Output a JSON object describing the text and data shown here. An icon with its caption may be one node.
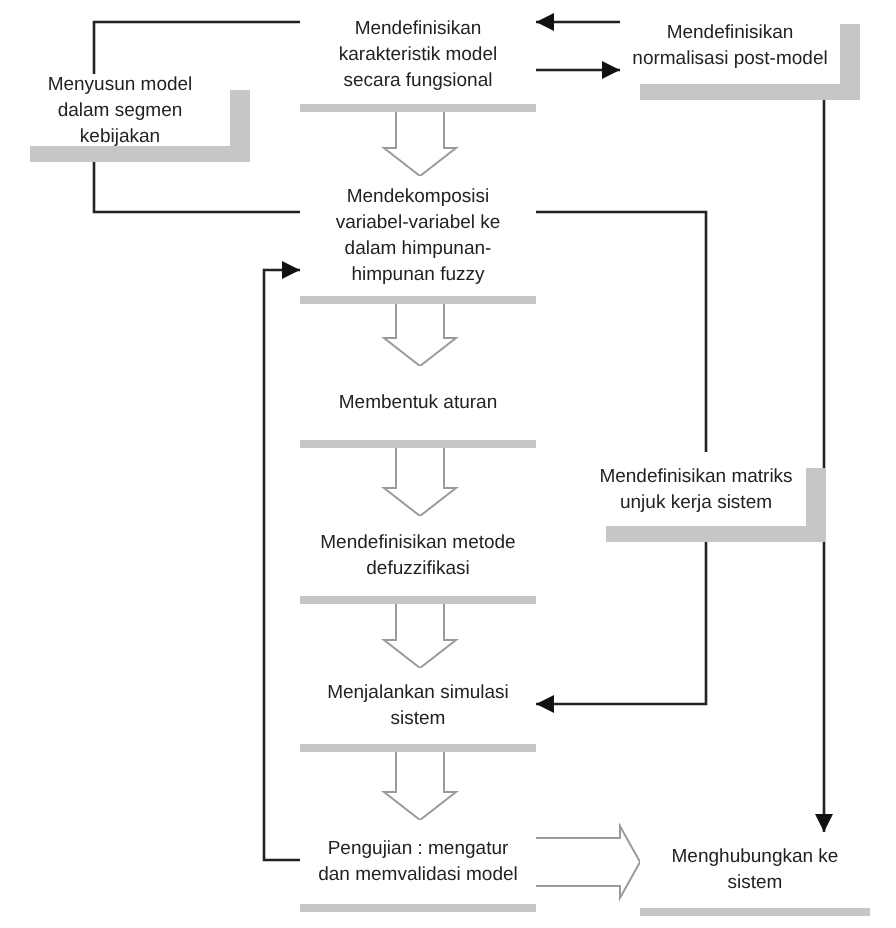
{
  "diagram": {
    "nodes": [
      {
        "text": [
          "Mendefinisikan karakteristik model secara fungsional"
        ]
      },
      {
        "text": [
          "Mendefinisikan normalisasi post-model"
        ]
      },
      {
        "text": [
          "Menyusun model dalam segmen kebijakan"
        ]
      },
      {
        "text": [
          "Mendekomposisi variabel-variabel ke dalam himpunan-himpunan fuzzy"
        ]
      },
      {
        "text": [
          "Membentuk aturan"
        ]
      },
      {
        "text": [
          "Mendefinisikan metode defuzzifikasi"
        ]
      },
      {
        "text": [
          "Mendefinisikan matriks unjuk kerja sistem"
        ]
      },
      {
        "text": [
          "Menjalankan simulasi sistem"
        ]
      },
      {
        "text": [
          "Pengujian : mengatur dan memvalidasi model"
        ]
      },
      {
        "text": [
          "Menghubungkan ke sistem"
        ]
      }
    ],
    "edges": [
      {
        "from": 1,
        "to": 0,
        "arrow": "to"
      },
      {
        "from": 0,
        "to": 1,
        "arrow": "to"
      },
      {
        "from": 2,
        "to": 0,
        "arrow": "none"
      },
      {
        "from": 2,
        "to": 3,
        "arrow": "none"
      },
      {
        "from": 3,
        "to": 6,
        "arrow": "none"
      },
      {
        "from": 6,
        "to": 7,
        "arrow": "to"
      },
      {
        "from": 1,
        "to": 9,
        "arrow": "to"
      },
      {
        "from": 8,
        "to": 3,
        "arrow": "to"
      },
      {
        "from": 0,
        "to": 3,
        "arrow": "to",
        "style": "thick"
      },
      {
        "from": 3,
        "to": 4,
        "arrow": "to",
        "style": "thick"
      },
      {
        "from": 4,
        "to": 5,
        "arrow": "to",
        "style": "thick"
      },
      {
        "from": 5,
        "to": 7,
        "arrow": "to",
        "style": "thick"
      },
      {
        "from": 7,
        "to": 8,
        "arrow": "to",
        "style": "thick"
      },
      {
        "from": 8,
        "to": 9,
        "arrow": "to",
        "style": "thick"
      }
    ]
  }
}
